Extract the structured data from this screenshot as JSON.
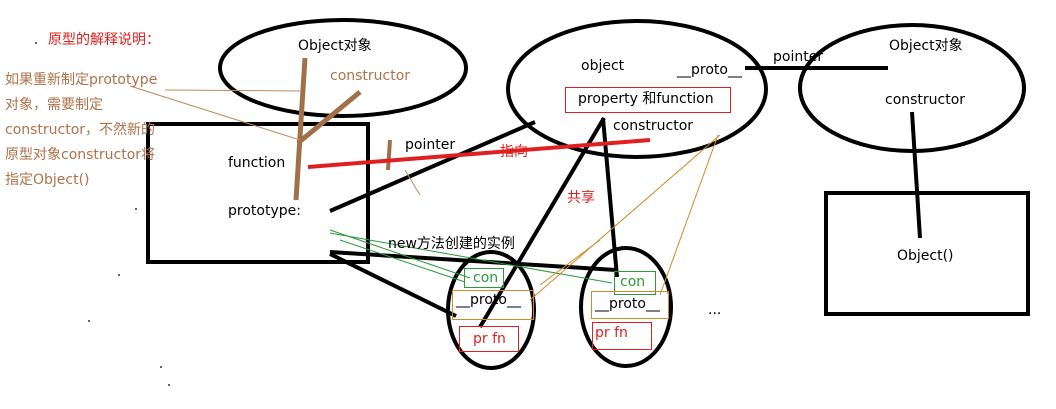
{
  "heading": "原型的解释说明：",
  "note_lines": [
    "如果重新制定prototype",
    "对象，需要制定",
    "constructor，不然新的",
    "原型对象constructor将",
    "指定Object()"
  ],
  "left_ellipse": {
    "title": "Object对象",
    "constructor": "constructor"
  },
  "function_box": {
    "function": "function",
    "prototype": "prototype:"
  },
  "pointer_left": "pointer",
  "pointer_right": "pointer",
  "zhixiang": "指向",
  "center_ellipse": {
    "object": "object",
    "proto": "__proto__",
    "property": "property 和function",
    "constructor": "constructor"
  },
  "gongxiang": "共享",
  "new_label": "new方法创建的实例",
  "right_ellipse": {
    "title": "Object对象",
    "constructor": "constructor"
  },
  "object_box": "Object()",
  "instance1": {
    "con": "con",
    "proto": "__proto__",
    "prfn": "pr fn"
  },
  "instance2": {
    "con": "con",
    "proto": "__proto__",
    "prfn": "pr fn"
  },
  "ellipsis": "...",
  "colors": {
    "red": "#e02020",
    "brown": "#b0724a",
    "green": "#2a9a3a",
    "orange": "#d08a2a",
    "black": "#000000"
  }
}
